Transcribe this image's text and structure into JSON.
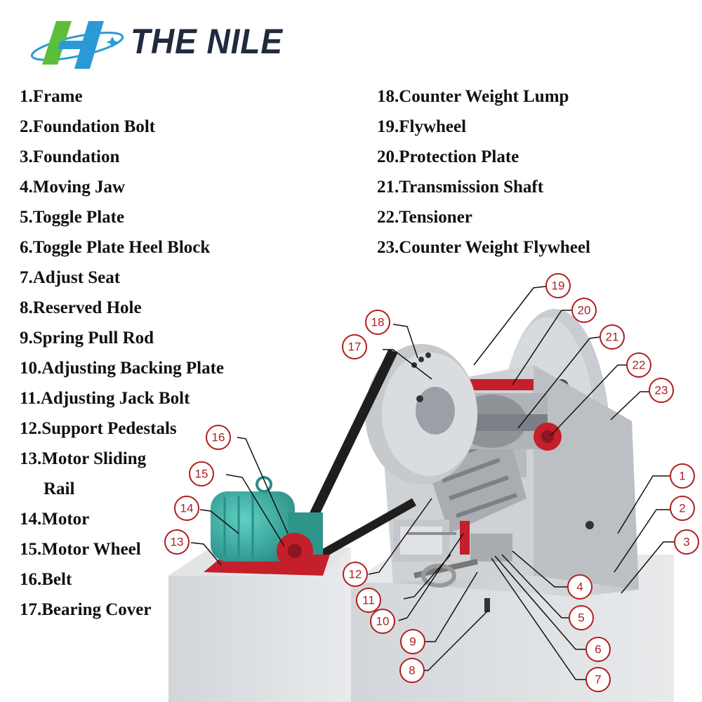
{
  "brand": {
    "name": "THE NILE"
  },
  "legend": {
    "left": [
      "1.Frame",
      "2.Foundation Bolt",
      "3.Foundation",
      "4.Moving Jaw",
      "5.Toggle Plate",
      "6.Toggle Plate Heel Block",
      "7.Adjust Seat",
      "8.Reserved Hole",
      "9.Spring Pull Rod",
      "10.Adjusting Backing Plate",
      "11.Adjusting Jack Bolt",
      "12.Support Pedestals",
      "13.Motor Sliding",
      "Rail",
      "14.Motor",
      "15.Motor Wheel",
      "16.Belt",
      "17.Bearing Cover"
    ],
    "right": [
      "18.Counter Weight Lump",
      "19.Flywheel",
      "20.Protection Plate",
      "21.Transmission Shaft",
      "22.Tensioner",
      "23.Counter Weight Flywheel"
    ]
  },
  "callouts": [
    "1",
    "2",
    "3",
    "4",
    "5",
    "6",
    "7",
    "8",
    "9",
    "10",
    "11",
    "12",
    "13",
    "14",
    "15",
    "16",
    "17",
    "18",
    "19",
    "20",
    "21",
    "22",
    "23"
  ],
  "colors": {
    "accent_red": "#b11e1e",
    "machine_gray": "#cdd1d5",
    "motor_teal": "#3fb3a9",
    "logo_blue": "#2a9ad6",
    "logo_green": "#5cbf3a",
    "brand_dark": "#1f2b3e"
  }
}
